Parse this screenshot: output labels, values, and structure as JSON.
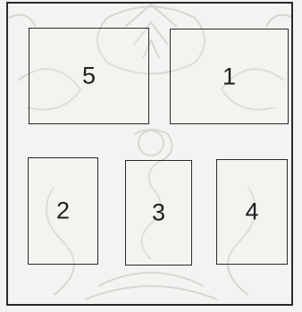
{
  "boxes": {
    "box5": "5",
    "box1": "1",
    "box2": "2",
    "box3": "3",
    "box4": "4"
  },
  "colors": {
    "line": "#2a2a2a",
    "background": "#f4f3f1",
    "watermark": "#d8d6d2"
  }
}
